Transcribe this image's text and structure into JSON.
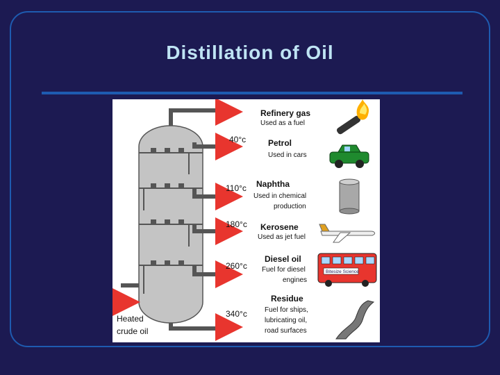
{
  "slide": {
    "title": "Distillation of Oil"
  },
  "feed": {
    "line1": "Heated",
    "line2": "crude oil"
  },
  "fractions": [
    {
      "temp": "",
      "name": "Refinery gas",
      "d1": "Used as a fuel",
      "d2": "",
      "d3": "",
      "icon": "flame-icon"
    },
    {
      "temp": "40°c",
      "name": "Petrol",
      "d1": "Used in cars",
      "d2": "",
      "d3": "",
      "icon": "car-icon"
    },
    {
      "temp": "110°c",
      "name": "Naphtha",
      "d1": "Used in chemical",
      "d2": "production",
      "d3": "",
      "icon": "drum-icon"
    },
    {
      "temp": "180°c",
      "name": "Kerosene",
      "d1": "Used as jet fuel",
      "d2": "",
      "d3": "",
      "icon": "jet-icon"
    },
    {
      "temp": "260°c",
      "name": "Diesel oil",
      "d1": "Fuel for diesel",
      "d2": "engines",
      "d3": "",
      "icon": "bus-icon"
    },
    {
      "temp": "340°c",
      "name": "Residue",
      "d1": "Fuel for ships,",
      "d2": "lubricating oil,",
      "d3": "road surfaces",
      "icon": "road-icon"
    }
  ],
  "bus": {
    "sign": "Bitesize Science"
  },
  "colors": {
    "background": "#1c1a52",
    "frame": "#1e5bb0",
    "title": "#bfe4f4",
    "arrow": "#e8352e",
    "column": "#c4c4c4"
  }
}
